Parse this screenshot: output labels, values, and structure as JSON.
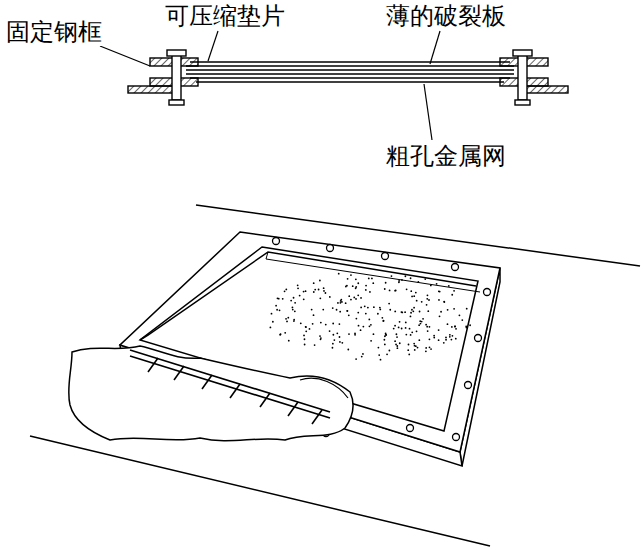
{
  "diagram": {
    "labels": [
      "可压缩垫片",
      "薄的破裂板",
      "固定钢框",
      "粗孔金属网"
    ]
  }
}
